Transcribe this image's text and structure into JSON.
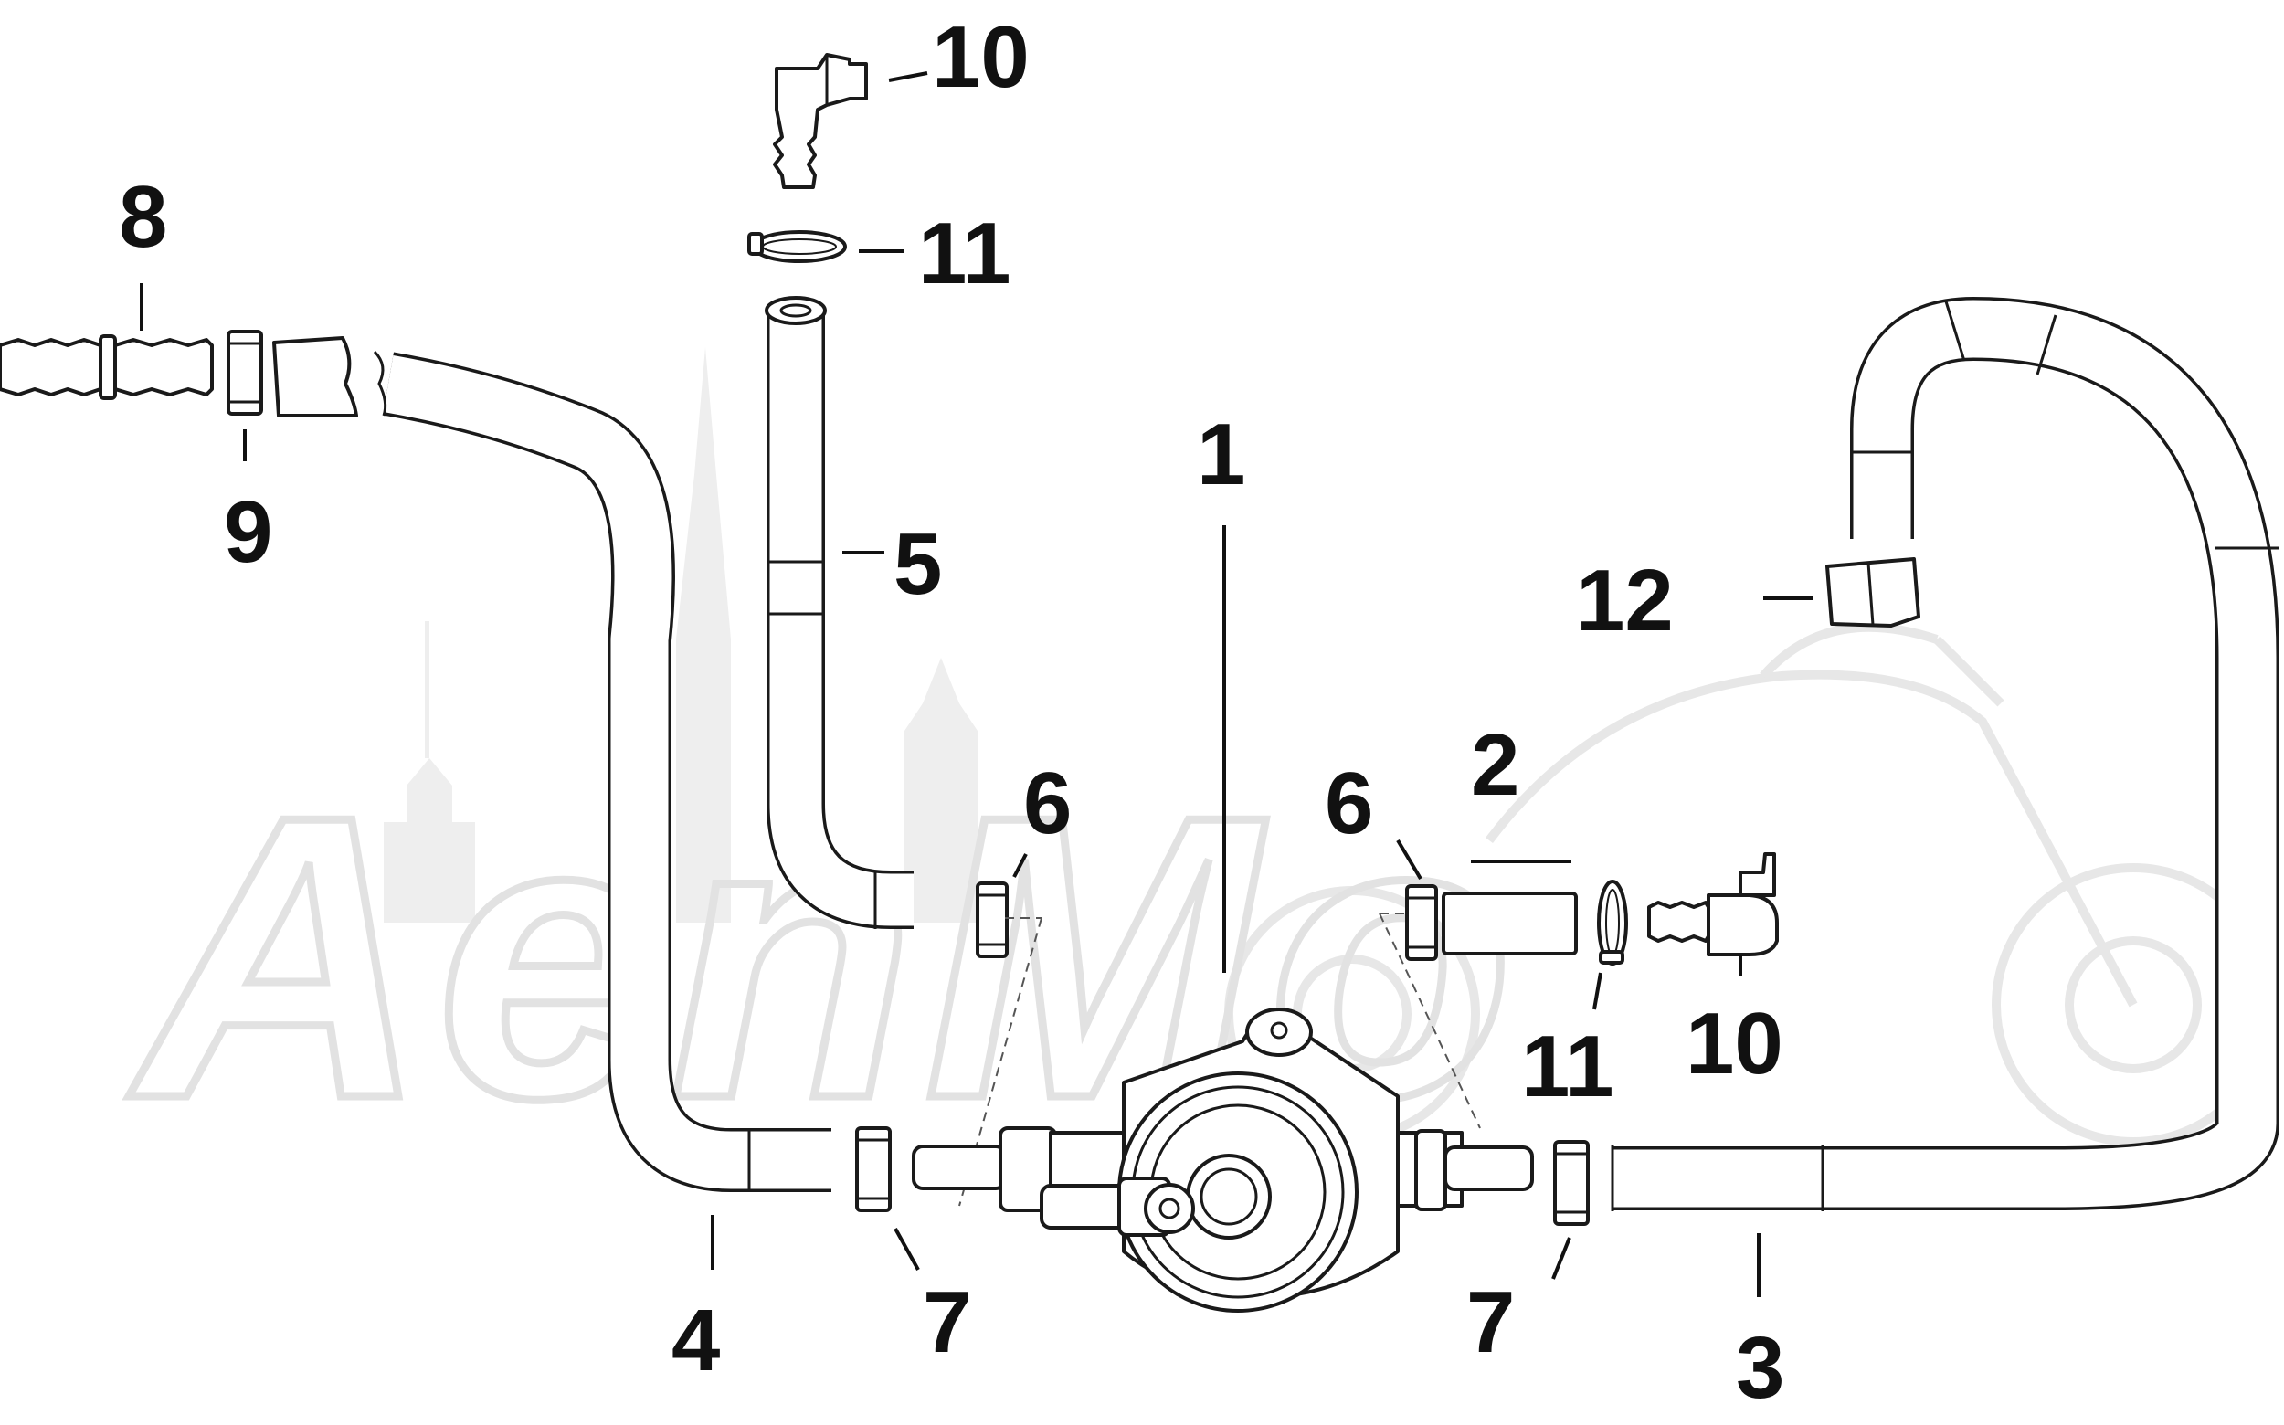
{
  "diagram": {
    "watermark": {
      "text": "AenMo",
      "color": "#eeeeee"
    },
    "callouts": [
      {
        "id": "c1",
        "label": "1"
      },
      {
        "id": "c2",
        "label": "2"
      },
      {
        "id": "c3",
        "label": "3"
      },
      {
        "id": "c4",
        "label": "4"
      },
      {
        "id": "c5",
        "label": "5"
      },
      {
        "id": "c6a",
        "label": "6"
      },
      {
        "id": "c6b",
        "label": "6"
      },
      {
        "id": "c7a",
        "label": "7"
      },
      {
        "id": "c7b",
        "label": "7"
      },
      {
        "id": "c8",
        "label": "8"
      },
      {
        "id": "c9",
        "label": "9"
      },
      {
        "id": "c10a",
        "label": "10"
      },
      {
        "id": "c10b",
        "label": "10"
      },
      {
        "id": "c11a",
        "label": "11"
      },
      {
        "id": "c11b",
        "label": "11"
      },
      {
        "id": "c12",
        "label": "12"
      }
    ]
  }
}
